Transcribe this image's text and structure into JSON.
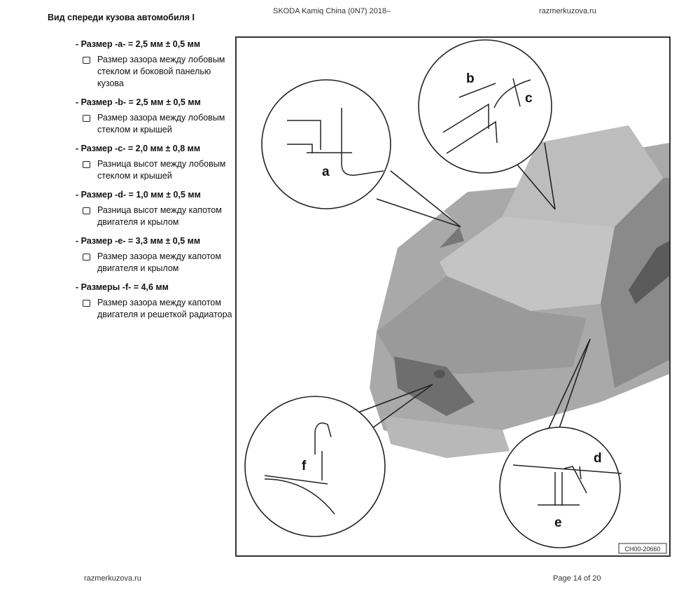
{
  "header": {
    "section_title": "Вид спереди кузова автомобиля I",
    "doc_title": "SKODA Kamiq China (0N7) 2018–",
    "site": "razmerkuzova.ru"
  },
  "items": [
    {
      "dimension": "- Размер -a- = 2,5 мм ± 0,5 мм",
      "description": "Размер зазора между лобовым стеклом и боковой панелью кузова"
    },
    {
      "dimension": "- Размер -b- = 2,5 мм ± 0,5 мм",
      "description": "Размер зазора между лобовым стеклом и крышей"
    },
    {
      "dimension": "- Размер -c- = 2,0 мм ± 0,8 мм",
      "description": "Разница высот между лобовым стеклом и крышей"
    },
    {
      "dimension": "- Размер -d- = 1,0 мм ± 0,5 мм",
      "description": "Разница высот между капотом двигателя и крылом"
    },
    {
      "dimension": "- Размер -e- = 3,3 мм ± 0,5 мм",
      "description": "Размер зазора между капотом двигателя и крылом"
    },
    {
      "dimension": "- Размеры -f- = 4,6 мм",
      "description": "Размер зазора между капотом двигателя и решеткой радиатора"
    }
  ],
  "figure": {
    "labels": {
      "a": "a",
      "b": "b",
      "c": "c",
      "d": "d",
      "e": "e",
      "f": "f"
    },
    "code": "CH00-20660"
  },
  "footer": {
    "site": "razmerkuzova.ru",
    "page": "Page 14 of 20"
  }
}
